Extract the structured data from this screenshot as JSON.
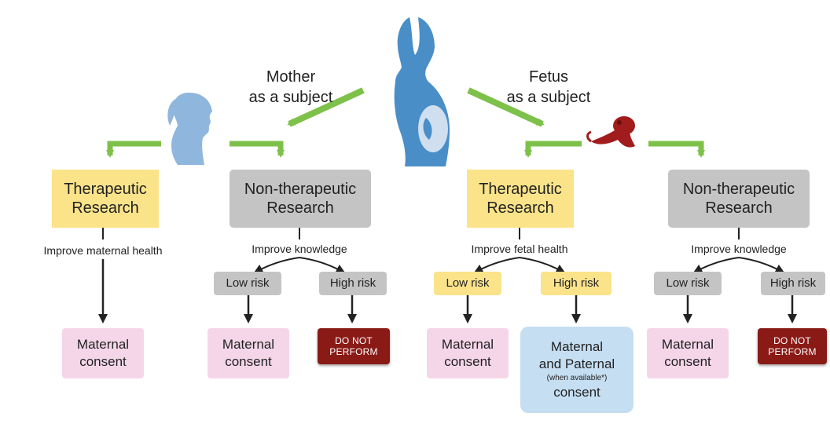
{
  "colors": {
    "green_arrow": "#7ec14a",
    "black_arrow": "#222222",
    "silhouette_blue": "#4a8ec8",
    "silhouette_light_blue": "#8fb6dd",
    "fetus_red": "#a11c1c",
    "therapeutic_yellow": "#fbe38a",
    "nontherapeutic_gray": "#c4c4c4",
    "consent_pink": "#f5d6e9",
    "consent_blue": "#c5def2",
    "do_not_perform_red": "#8a1a16"
  },
  "icons": {
    "pregnant_woman": "pregnant-woman-silhouette-icon",
    "woman_head": "woman-head-silhouette-icon",
    "fetus": "fetus-icon"
  },
  "mother_subject": {
    "line1": "Mother",
    "line2": "as a subject"
  },
  "fetus_subject": {
    "line1": "Fetus",
    "line2": "as a subject"
  },
  "mother": {
    "therapeutic": {
      "title_line1": "Therapeutic",
      "title_line2": "Research",
      "purpose": "Improve maternal health",
      "outcome_line1": "Maternal",
      "outcome_line2": "consent"
    },
    "nontherapeutic": {
      "title_line1": "Non-therapeutic",
      "title_line2": "Research",
      "purpose": "Improve knowledge",
      "low_risk": "Low risk",
      "high_risk": "High risk",
      "low_outcome_line1": "Maternal",
      "low_outcome_line2": "consent",
      "high_outcome_line1": "DO NOT",
      "high_outcome_line2": "PERFORM"
    }
  },
  "fetus": {
    "therapeutic": {
      "title_line1": "Therapeutic",
      "title_line2": "Research",
      "purpose": "Improve fetal health",
      "low_risk": "Low risk",
      "high_risk": "High risk",
      "low_outcome_line1": "Maternal",
      "low_outcome_line2": "consent",
      "high_outcome_line1": "Maternal",
      "high_outcome_line2": "and Paternal",
      "high_outcome_note": "(when available*)",
      "high_outcome_line3": "consent"
    },
    "nontherapeutic": {
      "title_line1": "Non-therapeutic",
      "title_line2": "Research",
      "purpose": "Improve knowledge",
      "low_risk": "Low risk",
      "high_risk": "High risk",
      "low_outcome_line1": "Maternal",
      "low_outcome_line2": "consent",
      "high_outcome_line1": "DO NOT",
      "high_outcome_line2": "PERFORM"
    }
  }
}
